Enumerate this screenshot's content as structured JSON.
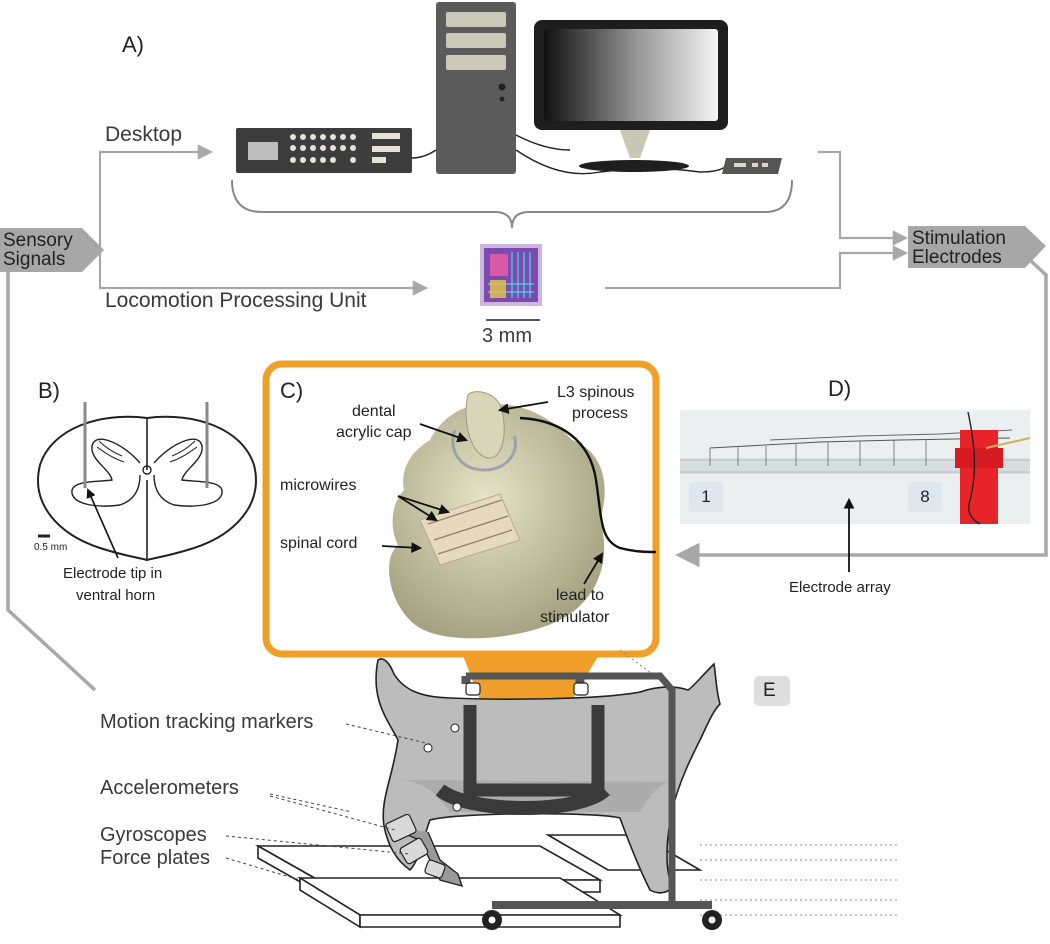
{
  "panels": {
    "a": "A)",
    "b": "B)",
    "c": "C)",
    "d": "D)",
    "e": "E"
  },
  "flow": {
    "sensory_line1": "Sensory",
    "sensory_line2": "Signals",
    "desktop": "Desktop",
    "lpu": "Locomotion Processing Unit",
    "scale": "3 mm",
    "stim_line1": "Stimulation",
    "stim_line2": "Electrodes"
  },
  "panel_b": {
    "scale": "0.5 mm",
    "tip_line1": "Electrode tip in",
    "tip_line2": "ventral horn"
  },
  "panel_c": {
    "l3_line1": "L3 spinous",
    "l3_line2": "process",
    "cap_line1": "dental",
    "cap_line2": "acrylic cap",
    "microwires": "microwires",
    "spinal_cord": "spinal cord",
    "lead_line1": "lead to",
    "lead_line2": "stimulator"
  },
  "panel_d": {
    "first": "1",
    "last": "8",
    "array": "Electrode array"
  },
  "panel_e": {
    "markers": "Motion tracking markers",
    "accelerometers": "Accelerometers",
    "gyroscopes": "Gyroscopes",
    "force_plates": "Force plates"
  },
  "colors": {
    "accent_orange": "#f0a02a",
    "arrow_gray": "#a8a8a8",
    "cat_gray": "#bcbcbc",
    "tape_red": "#e8232a"
  }
}
